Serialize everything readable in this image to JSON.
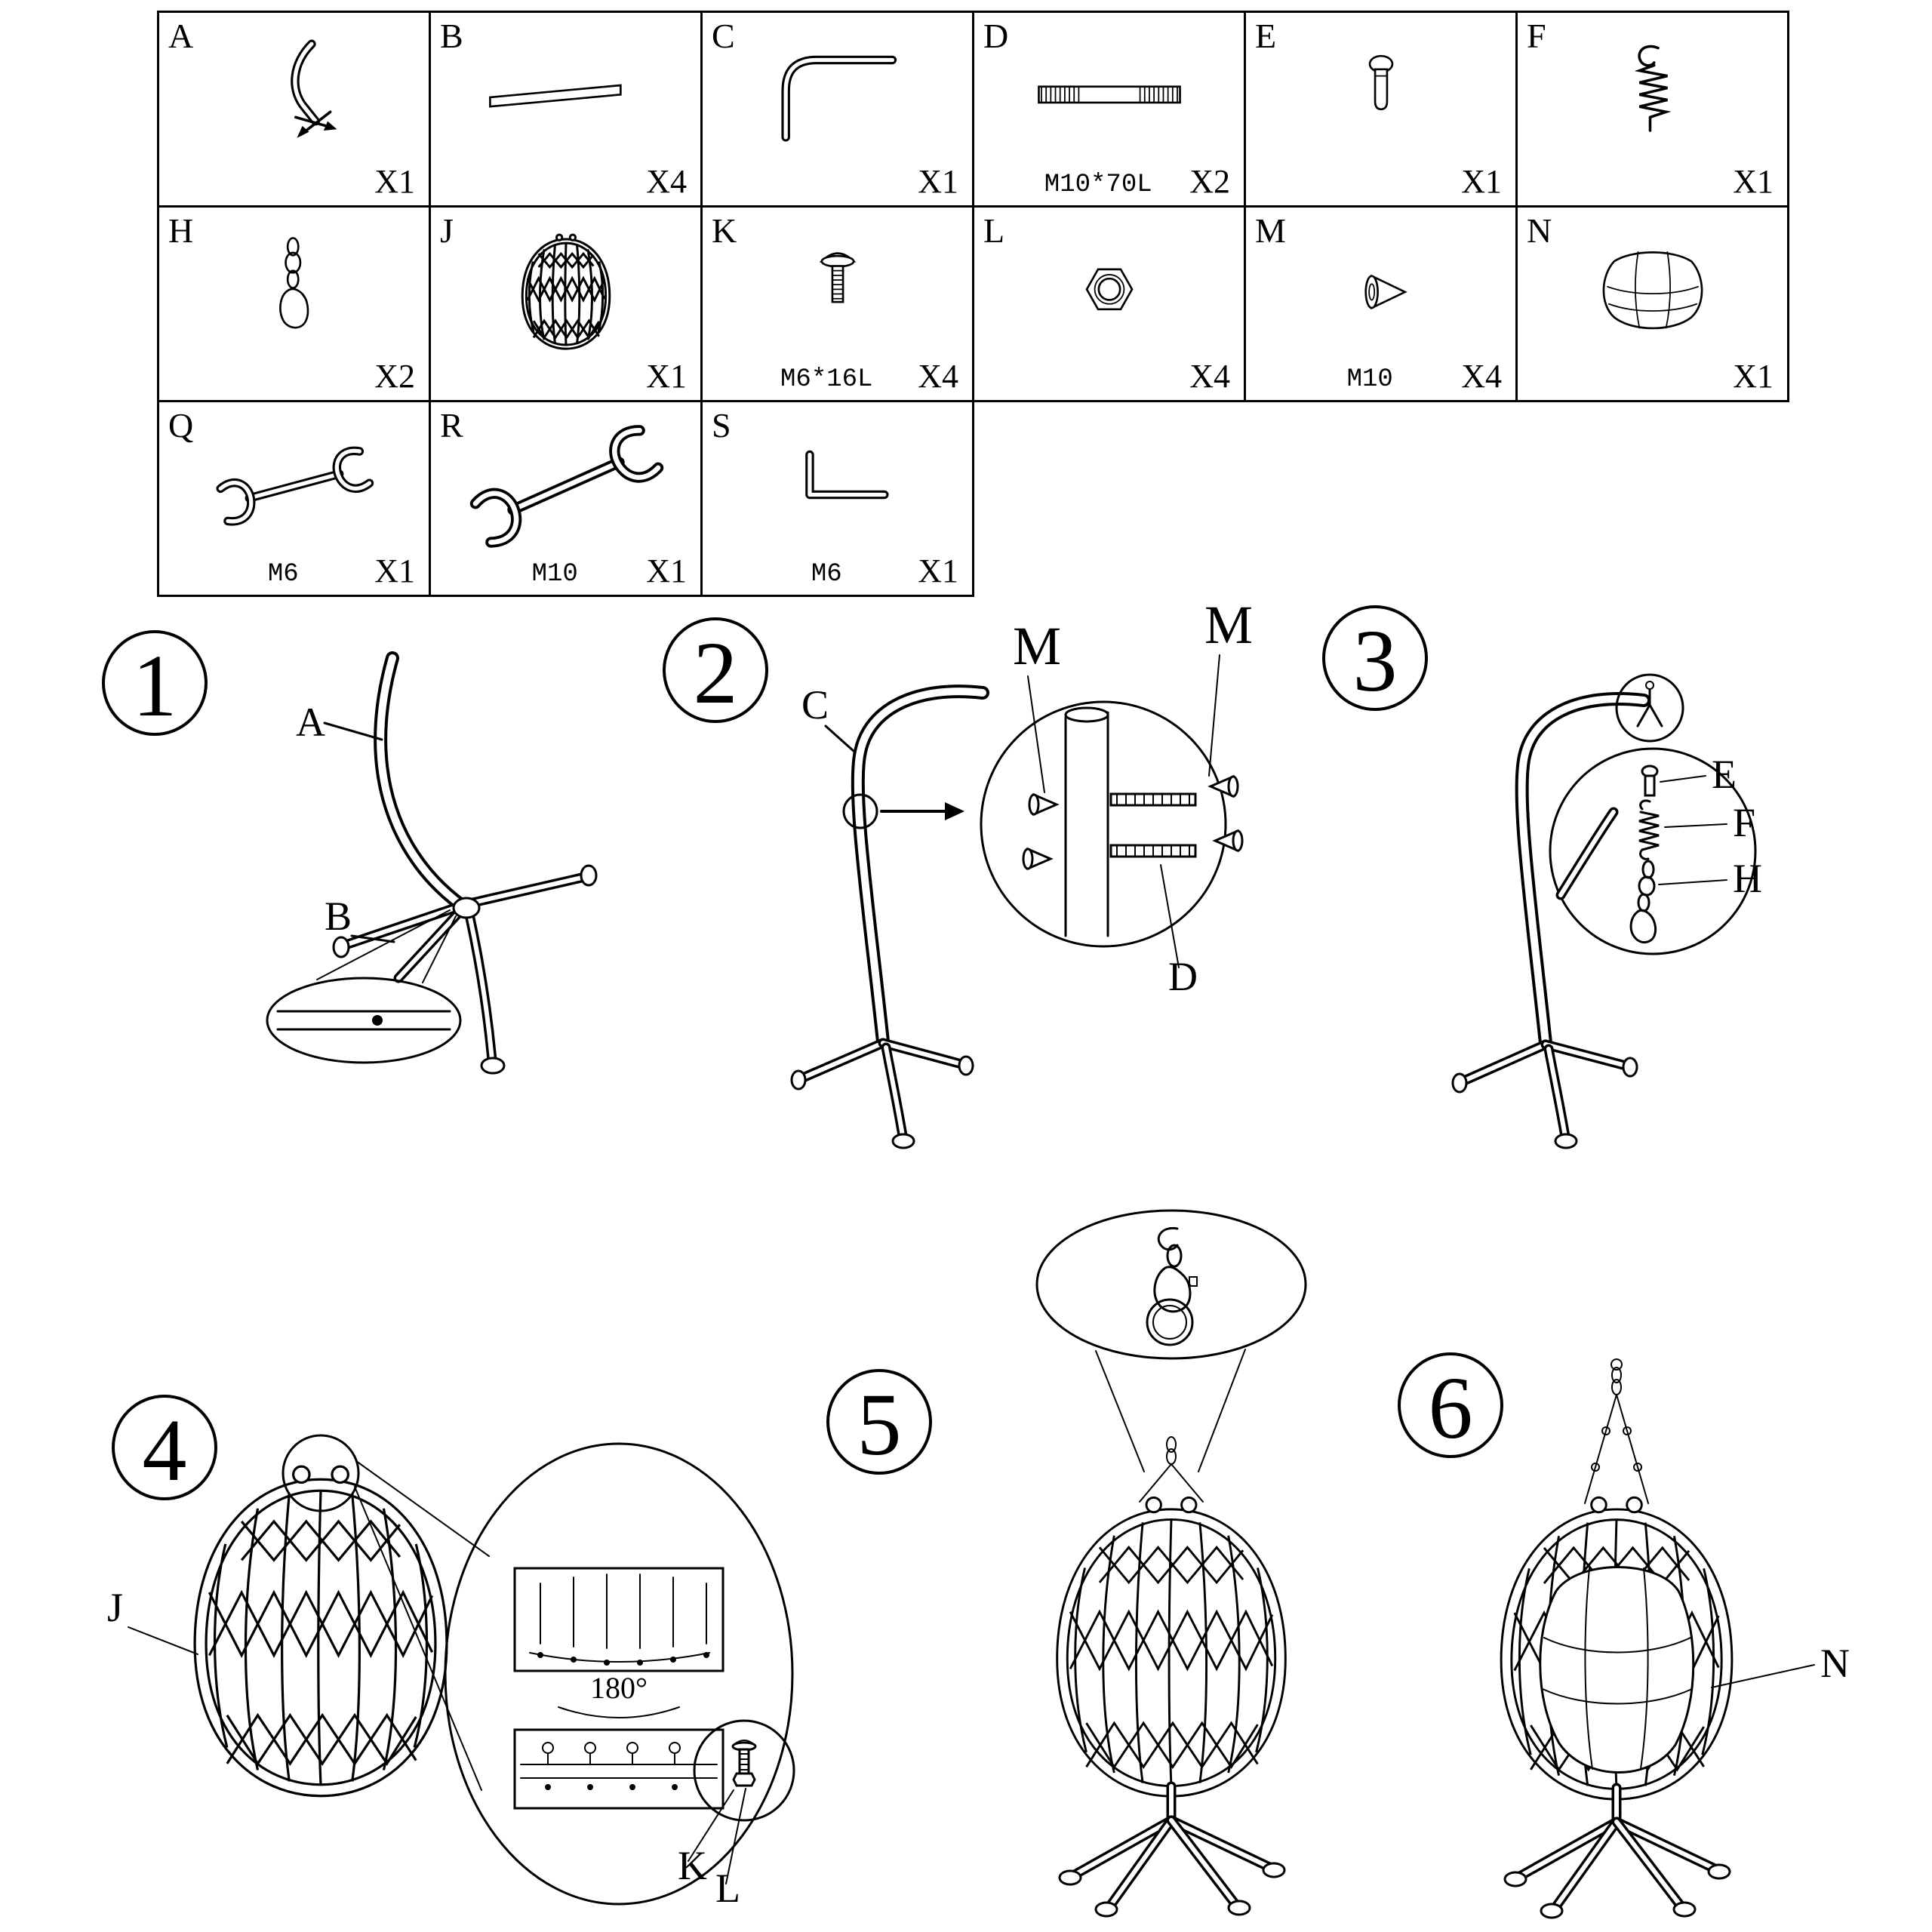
{
  "parts_table": {
    "row1": [
      {
        "id": "A",
        "qty": "X1"
      },
      {
        "id": "B",
        "qty": "X4"
      },
      {
        "id": "C",
        "qty": "X1"
      },
      {
        "id": "D",
        "qty": "X2",
        "spec": "M10*70L"
      },
      {
        "id": "E",
        "qty": "X1"
      },
      {
        "id": "F",
        "qty": "X1"
      }
    ],
    "row2": [
      {
        "id": "H",
        "qty": "X2"
      },
      {
        "id": "J",
        "qty": "X1"
      },
      {
        "id": "K",
        "qty": "X4",
        "spec": "M6*16L"
      },
      {
        "id": "L",
        "qty": "X4"
      },
      {
        "id": "M",
        "qty": "X4",
        "spec": "M10"
      },
      {
        "id": "N",
        "qty": "X1"
      }
    ],
    "row3": [
      {
        "id": "Q",
        "qty": "X1",
        "spec": "M6"
      },
      {
        "id": "R",
        "qty": "X1",
        "spec": "M10"
      },
      {
        "id": "S",
        "qty": "X1",
        "spec": "M6"
      }
    ]
  },
  "steps": {
    "step1": {
      "number": "1",
      "labels": {
        "a": "A",
        "b": "B"
      }
    },
    "step2": {
      "number": "2",
      "labels": {
        "c": "C",
        "m1": "M",
        "m2": "M",
        "d": "D"
      }
    },
    "step3": {
      "number": "3",
      "labels": {
        "e": "E",
        "f": "F",
        "h": "H"
      }
    },
    "step4": {
      "number": "4",
      "labels": {
        "j": "J",
        "angle": "180°",
        "k": "K",
        "l": "L"
      }
    },
    "step5": {
      "number": "5"
    },
    "step6": {
      "number": "6",
      "labels": {
        "n": "N"
      }
    }
  }
}
